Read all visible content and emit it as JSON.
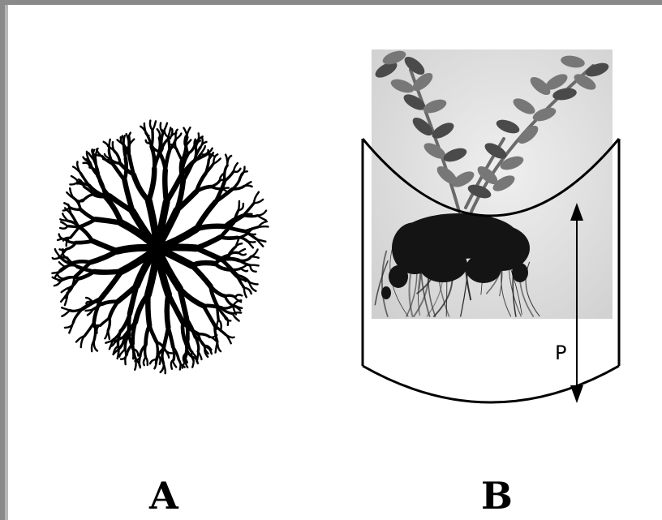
{
  "panels": [
    {
      "id": "A",
      "label": "A"
    },
    {
      "id": "B",
      "label": "B"
    }
  ],
  "measurement": {
    "label": "P"
  },
  "colors": {
    "frame": "#8a8a8a",
    "ink": "#000000",
    "photo_bg": "#d8d8d8",
    "leaf": "#5b5b5b"
  }
}
